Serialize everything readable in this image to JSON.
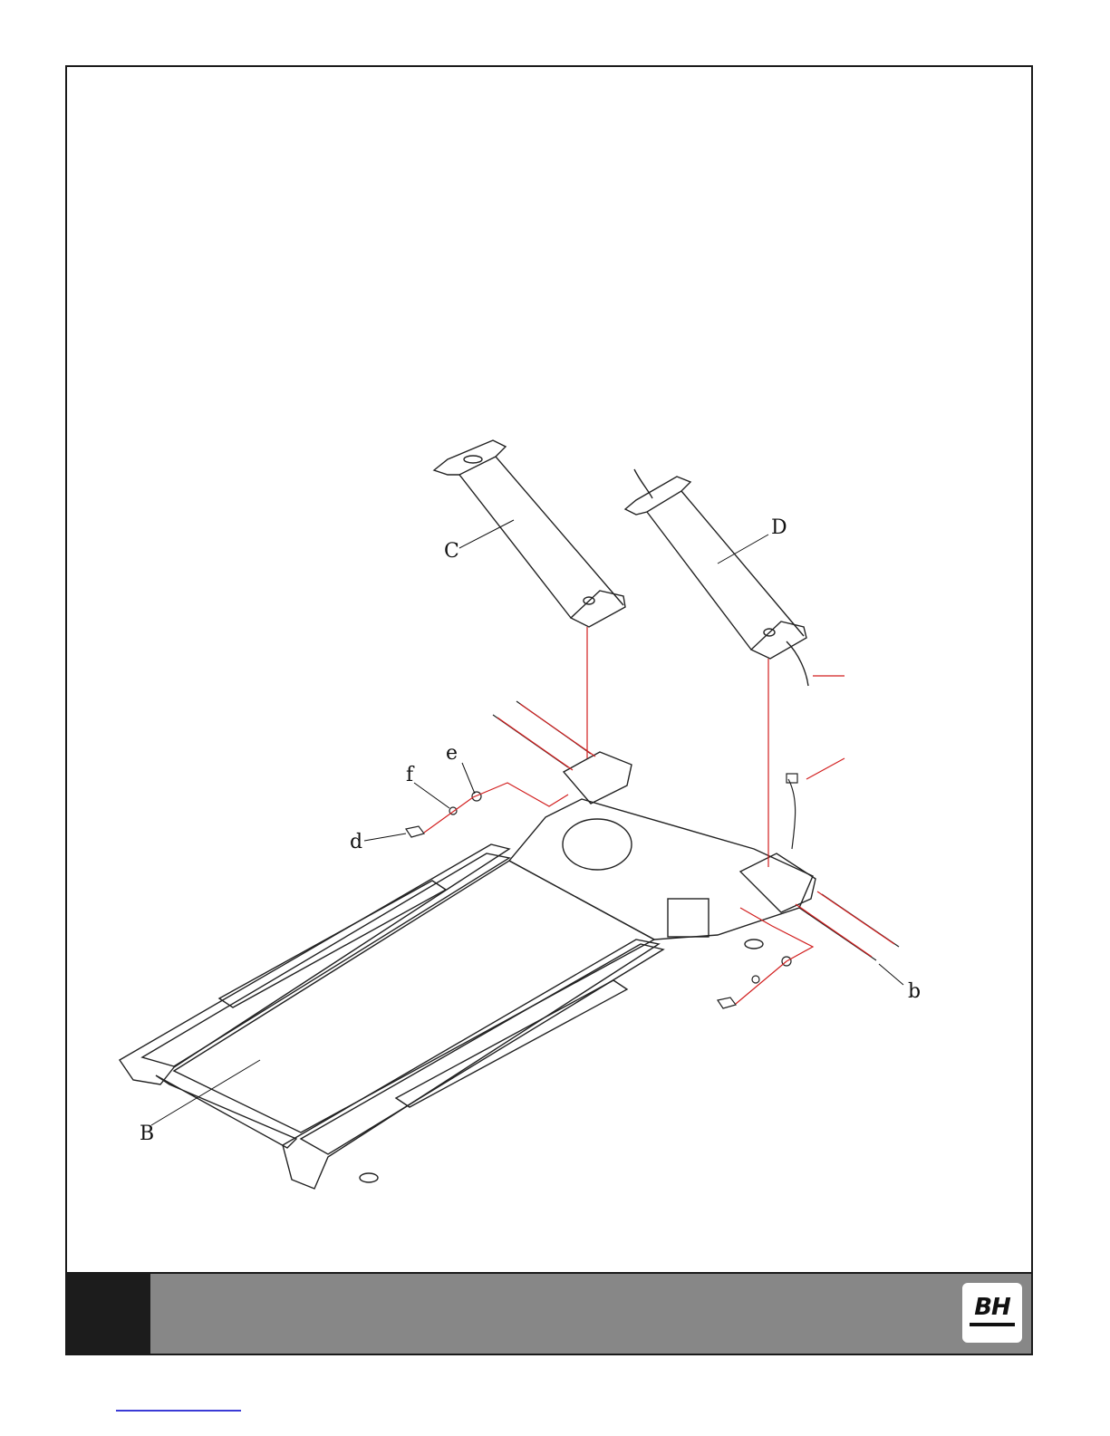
{
  "diagram": {
    "labels": {
      "C": "C",
      "D": "D",
      "e": "e",
      "f": "f",
      "d": "d",
      "b": "b",
      "B": "B"
    }
  },
  "footer": {
    "logo_text": "BH"
  },
  "colors": {
    "frame": "#1a1a1a",
    "footer_bar": "#878787",
    "footer_block": "#1c1c1c",
    "assembly_lines": "#d21f1f",
    "link_underline": "#3b3bd6"
  }
}
